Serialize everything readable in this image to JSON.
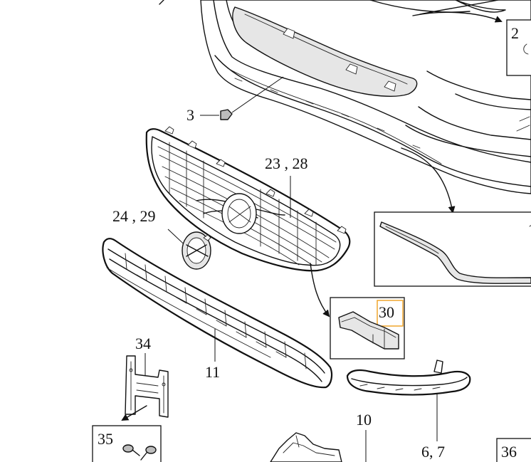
{
  "callouts": {
    "c2": "2",
    "c3": "3",
    "c23_28": "23 , 28",
    "c24_29": "24 , 29",
    "c30": "30",
    "c11": "11",
    "c34": "34",
    "c35": "35",
    "c10": "10",
    "c6_7": "6, 7",
    "c36": "36"
  },
  "colors": {
    "line": "#111111",
    "highlight": "#f0a020",
    "background": "#ffffff"
  }
}
